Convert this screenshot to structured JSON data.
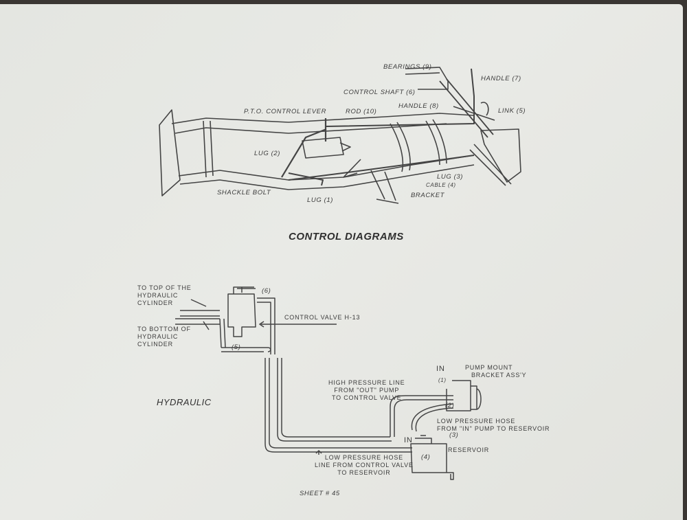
{
  "control_diagram": {
    "title": "CONTROL DIAGRAMS",
    "labels": {
      "bearings": "BEARINGS (9)",
      "handle_7": "HANDLE (7)",
      "control_shaft": "CONTROL SHAFT (6)",
      "handle_8": "HANDLE (8)",
      "link": "LINK (5)",
      "pto_lever": "P.T.O. CONTROL LEVER",
      "rod": "ROD (10)",
      "lug_2": "LUG (2)",
      "shackle_bolt": "SHACKLE BOLT",
      "lug_1": "LUG (1)",
      "lug_3": "LUG (3)",
      "cable": "CABLE (4)",
      "bracket": "BRACKET"
    }
  },
  "hydraulic_diagram": {
    "title": "HYDRAULIC",
    "labels": {
      "to_top": [
        "TO TOP OF THE",
        "HYDRAULIC",
        "CYLINDER"
      ],
      "to_bottom": [
        "TO BOTTOM OF",
        "HYDRAULIC",
        "CYLINDER"
      ],
      "n6": "(6)",
      "n5": "(5)",
      "control_valve": "CONTROL VALVE H-13",
      "in_pump": "IN",
      "pump_mount": [
        "PUMP MOUNT",
        "BRACKET ASS'Y"
      ],
      "n1": "(1)",
      "n2": "(2)",
      "high_pressure": [
        "HIGH PRESSURE LINE",
        "FROM \"OUT\" PUMP",
        "TO CONTROL VALVE"
      ],
      "low_pressure_pump": [
        "LOW PRESSURE HOSE",
        "FROM \"IN\" PUMP TO RESERVOIR"
      ],
      "n3": "(3)",
      "in_reservoir": "IN",
      "n4": "(4)",
      "reservoir": "RESERVOIR",
      "low_pressure_valve": [
        "LOW PRESSURE HOSE",
        "LINE FROM CONTROL VALVE",
        "TO RESERVOIR"
      ]
    }
  },
  "footer": {
    "sheet": "SHEET # 45"
  }
}
